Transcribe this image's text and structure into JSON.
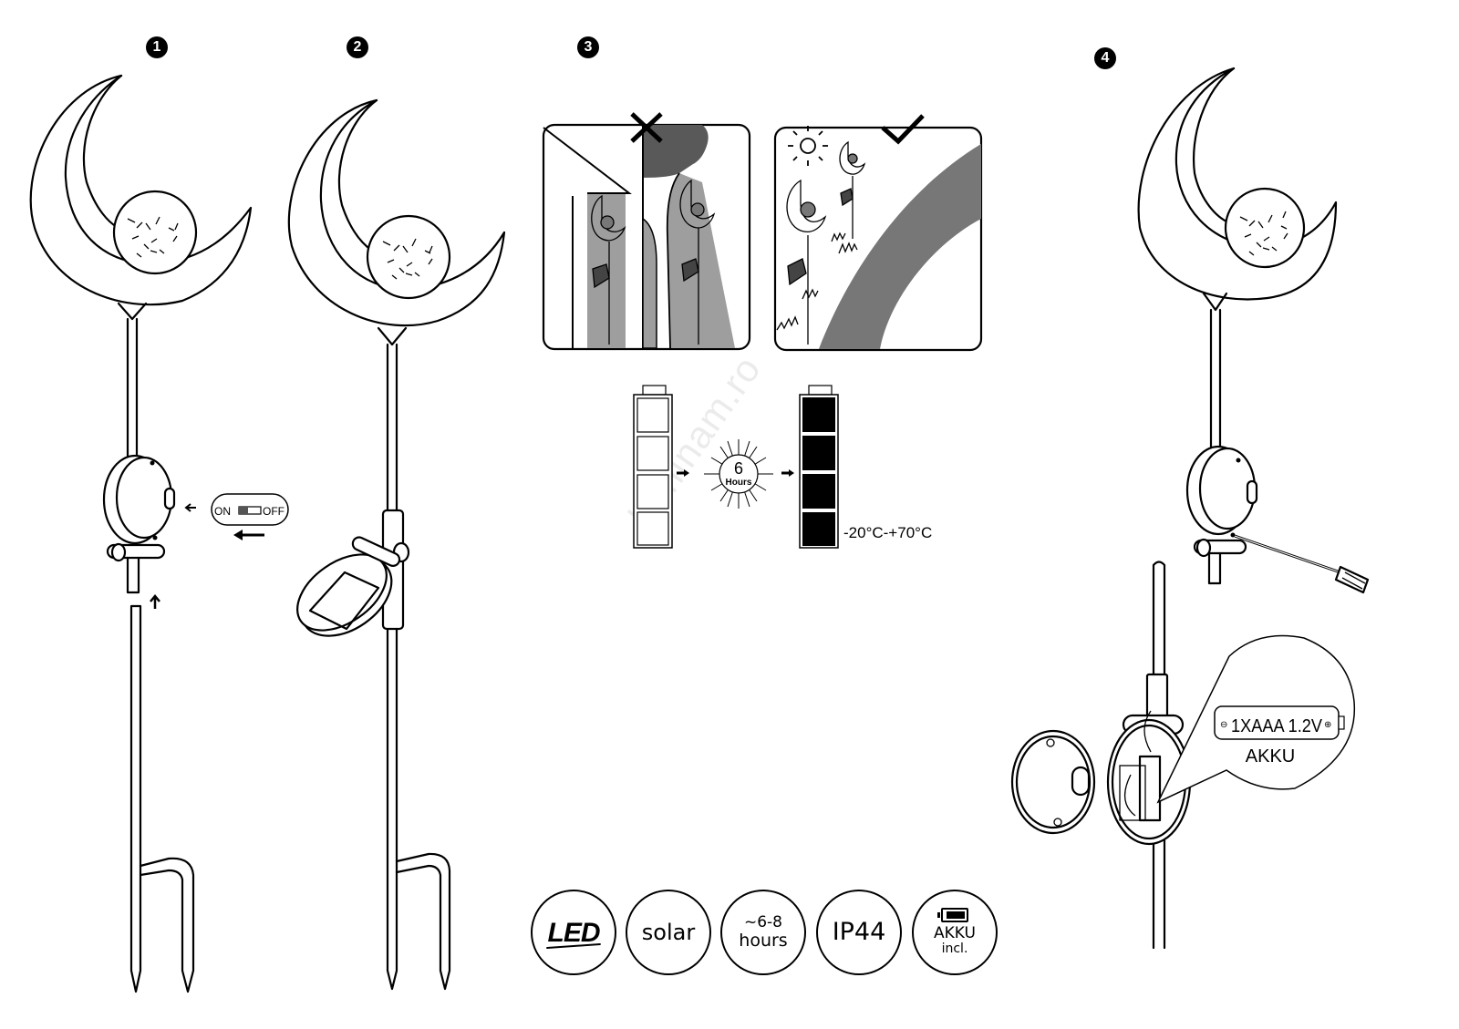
{
  "steps": [
    {
      "number": "1"
    },
    {
      "number": "2"
    },
    {
      "number": "3"
    },
    {
      "number": "4"
    }
  ],
  "switch_label": {
    "on": "ON",
    "off": "OFF"
  },
  "placement": {
    "wrong_mark": "cross-icon",
    "right_mark": "check-icon",
    "sun_icon": "sun-icon"
  },
  "charging": {
    "duration_value": "6",
    "duration_unit": "Hours",
    "temperature_range": "-20°C-+70°C",
    "empty_battery_cells": 4,
    "full_battery_cells": 4
  },
  "battery_callout": {
    "spec": "1XAAA 1.2V",
    "type": "AKKU",
    "minus_symbol": "⊖",
    "plus_symbol": "⊕"
  },
  "watermark": "luminam.ro",
  "badges": [
    {
      "id": "led",
      "text": "LED"
    },
    {
      "id": "solar",
      "text": "solar"
    },
    {
      "id": "hours",
      "line1": "~6-8",
      "line2": "hours"
    },
    {
      "id": "ip",
      "text": "IP44"
    },
    {
      "id": "akku",
      "line1": "AKKU",
      "line2": "incl."
    }
  ]
}
